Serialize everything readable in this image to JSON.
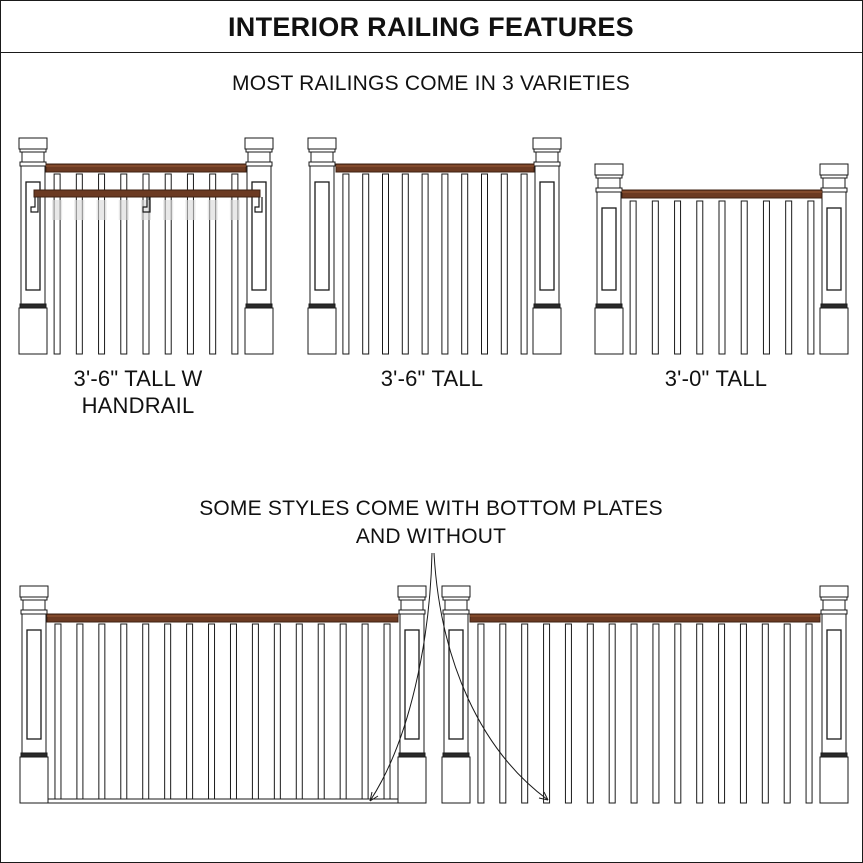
{
  "title": "INTERIOR RAILING FEATURES",
  "subtitle": "MOST RAILINGS COME IN 3 VARIETIES",
  "captions": {
    "with_handrail_line1": "3'-6\" TALL W",
    "with_handrail_line2": "HANDRAIL",
    "tall_36": "3'-6\" TALL",
    "tall_30": "3'-0\" TALL"
  },
  "note": {
    "line1": "SOME STYLES COME WITH BOTTOM PLATES",
    "line2": "AND WITHOUT"
  },
  "colors": {
    "wood": "#6b3a22",
    "wood_dark": "#3e2012",
    "line": "#1a1a1a",
    "post_fill": "#ffffff",
    "shadow": "#d9d9d9"
  }
}
